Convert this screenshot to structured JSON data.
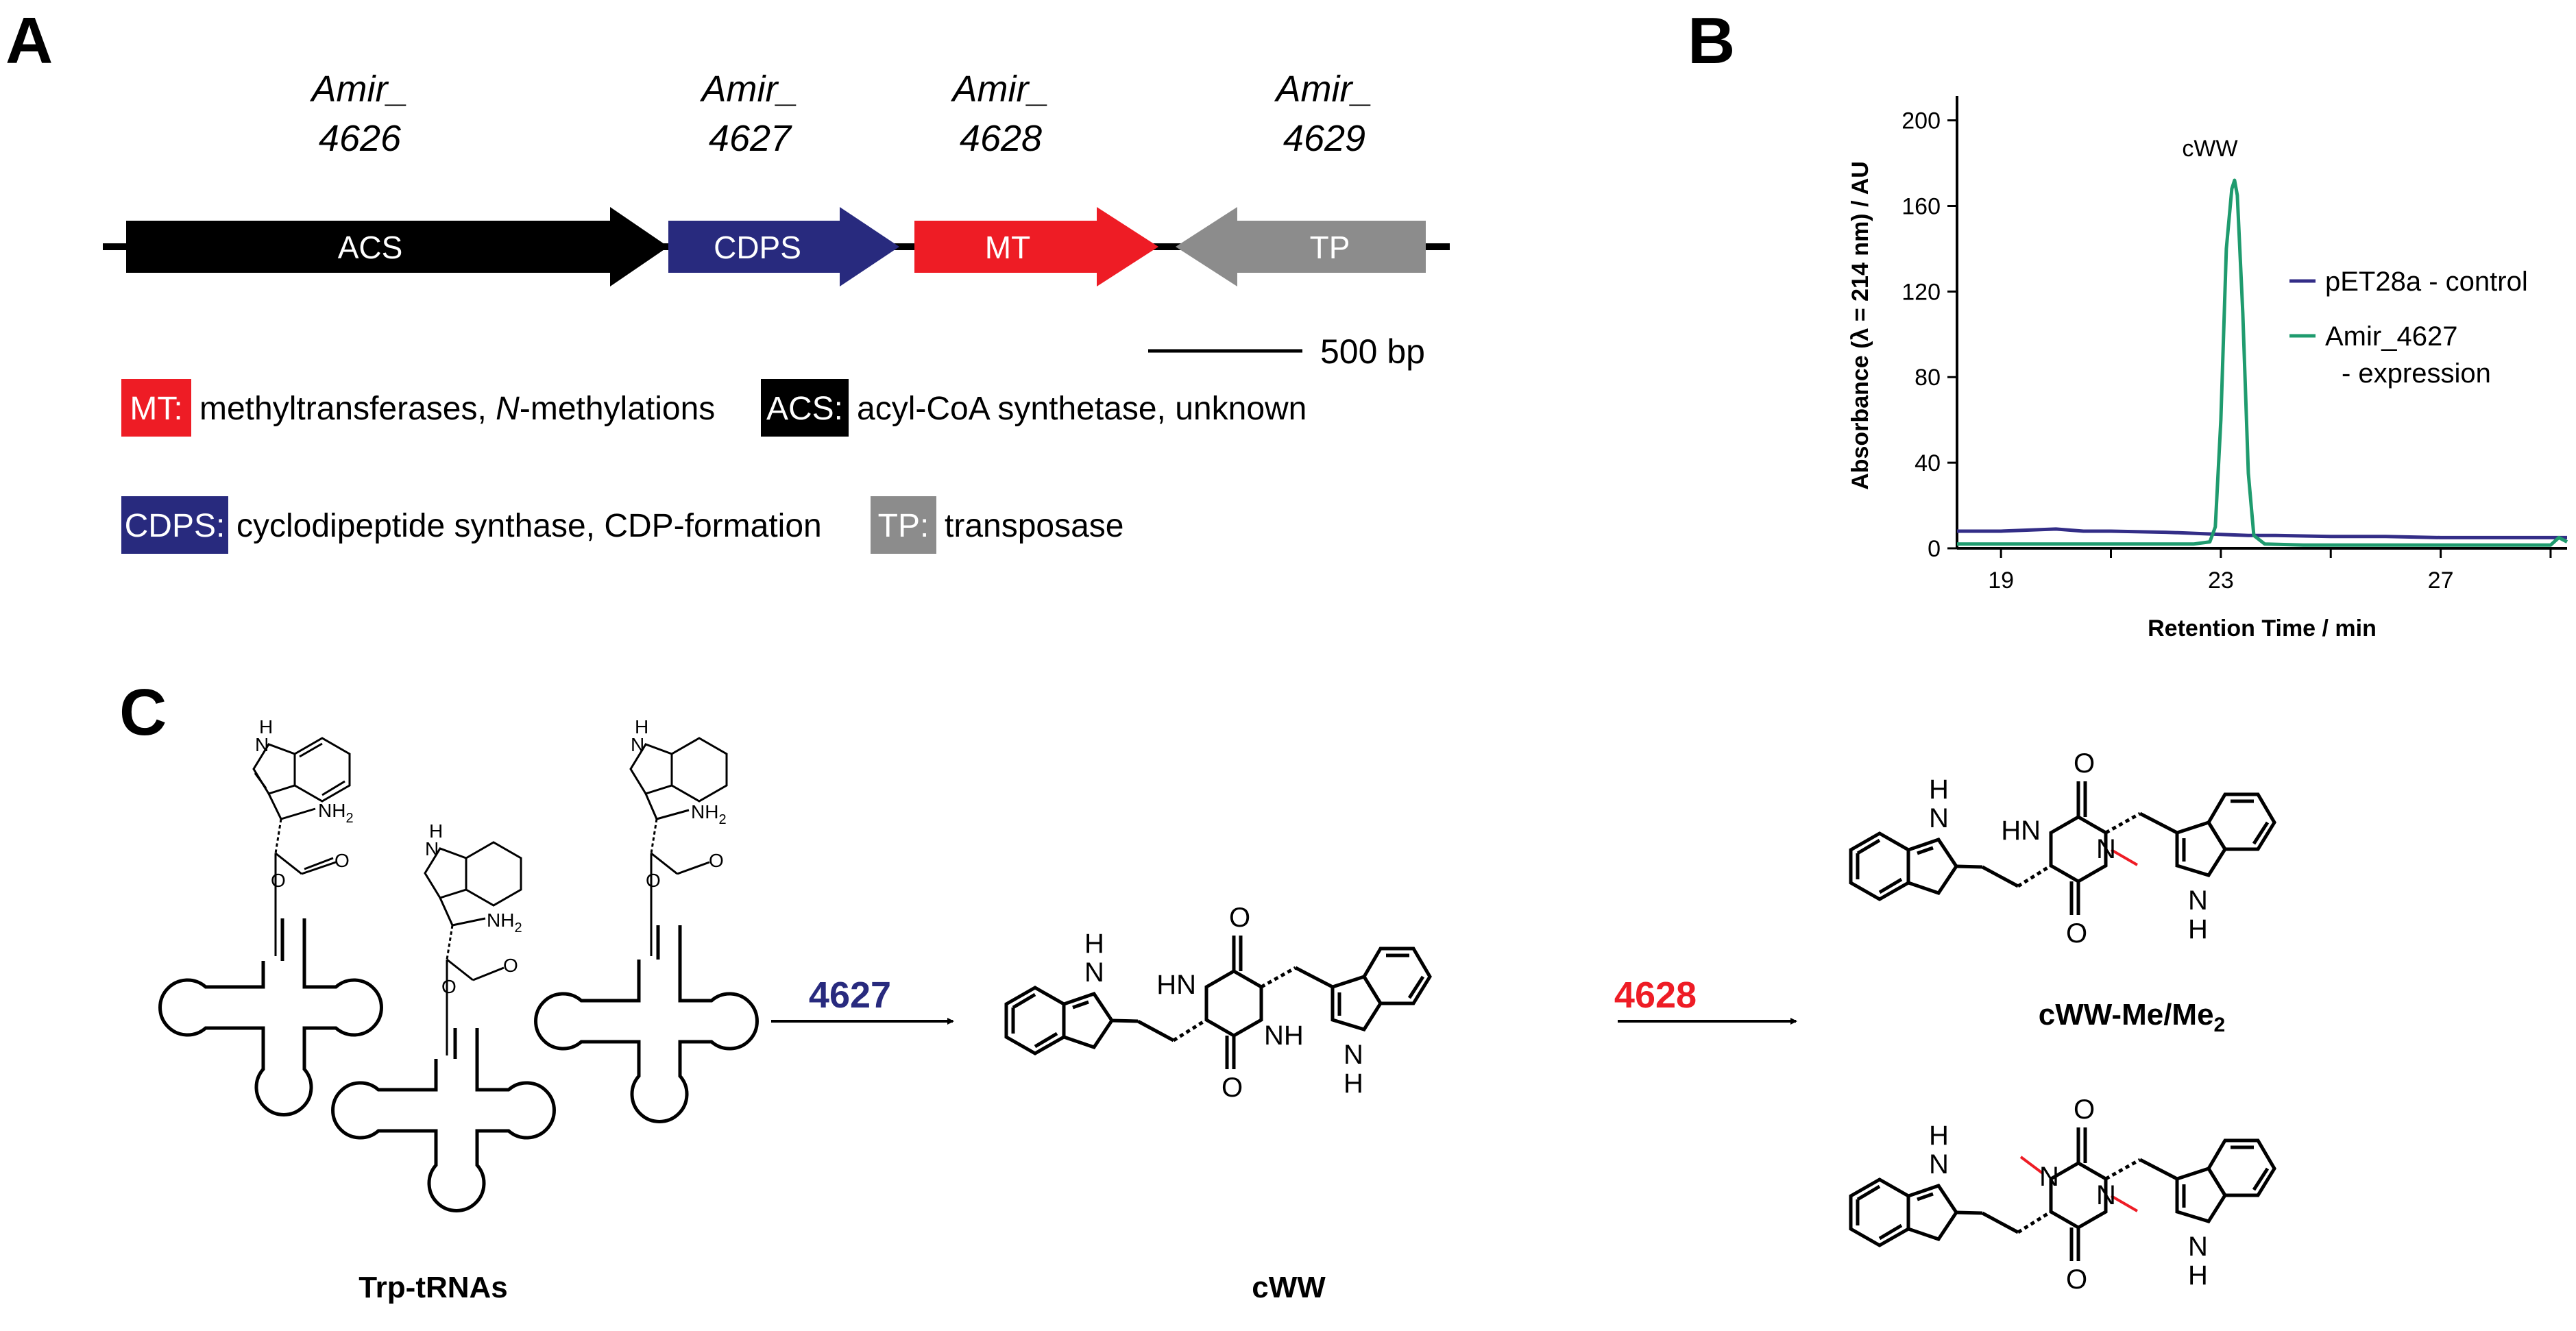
{
  "panels": {
    "a": "A",
    "b": "B",
    "c": "C"
  },
  "gene_cluster": {
    "genes": [
      {
        "id_line1": "Amir_",
        "id_line2": "4626",
        "abbr": "ACS",
        "color": "#000000"
      },
      {
        "id_line1": "Amir_",
        "id_line2": "4627",
        "abbr": "CDPS",
        "color": "#282a7e"
      },
      {
        "id_line1": "Amir_",
        "id_line2": "4628",
        "abbr": "MT",
        "color": "#ee1c25"
      },
      {
        "id_line1": "Amir_",
        "id_line2": "4629",
        "abbr": "TP",
        "color": "#8c8c8c"
      }
    ],
    "scale_label": "500 bp",
    "legend": {
      "mt": {
        "key": "MT:",
        "pre": "methyltransferases, ",
        "italic": "N",
        "post": "-methylations"
      },
      "acs": {
        "key": "ACS:",
        "text": "acyl-CoA synthetase, unknown"
      },
      "cdps": {
        "key": "CDPS:",
        "text": "cyclodipeptide synthase, CDP-formation"
      },
      "tp": {
        "key": "TP:",
        "text": "transposase"
      }
    }
  },
  "chart_data": {
    "type": "line",
    "ylabel": "Absorbance (λ = 214 nm) / AU",
    "xlabel": "Retention Time / min",
    "xlim": [
      18.2,
      29.3
    ],
    "ylim": [
      0,
      205
    ],
    "xticks": [
      "19",
      "23",
      "27"
    ],
    "yticks": [
      "0",
      "40",
      "80",
      "120",
      "160",
      "200"
    ],
    "peak_label": "cWW",
    "legend_placement": "right",
    "series": [
      {
        "name": "pET28a - control",
        "color": "#332d87",
        "x": [
          18.2,
          19,
          20,
          20.5,
          21,
          22,
          22.5,
          23,
          23.5,
          24,
          25,
          26,
          27,
          28,
          29,
          29.3
        ],
        "y": [
          8,
          8,
          9,
          8,
          8,
          7.5,
          7,
          6.5,
          6,
          6,
          5.5,
          5.5,
          5,
          5,
          5,
          5
        ]
      },
      {
        "name": "Amir_4627",
        "name_line2": "- expression",
        "color": "#1f9b6e",
        "x": [
          18.2,
          22.5,
          22.8,
          22.9,
          23.0,
          23.1,
          23.2,
          23.25,
          23.3,
          23.4,
          23.5,
          23.6,
          23.8,
          24.5,
          29.0,
          29.15,
          29.3
        ],
        "y": [
          2,
          2,
          3,
          10,
          60,
          140,
          168,
          172,
          165,
          110,
          35,
          6,
          2,
          1.5,
          1.5,
          5,
          3
        ]
      }
    ]
  },
  "scheme": {
    "enzyme1": "4627",
    "enzyme2": "4628",
    "enzyme1_color": "#282a7e",
    "enzyme2_color": "#ee1c25",
    "label_substrate": "Trp-tRNAs",
    "label_cww": "cWW",
    "label_product": "cWW-Me/Me",
    "label_product_sub": "2",
    "atoms": {
      "nh2": "NH",
      "nh2_sub": "2",
      "h": "H",
      "n": "N",
      "o": "O",
      "hn": "HN",
      "nh": "NH"
    }
  }
}
